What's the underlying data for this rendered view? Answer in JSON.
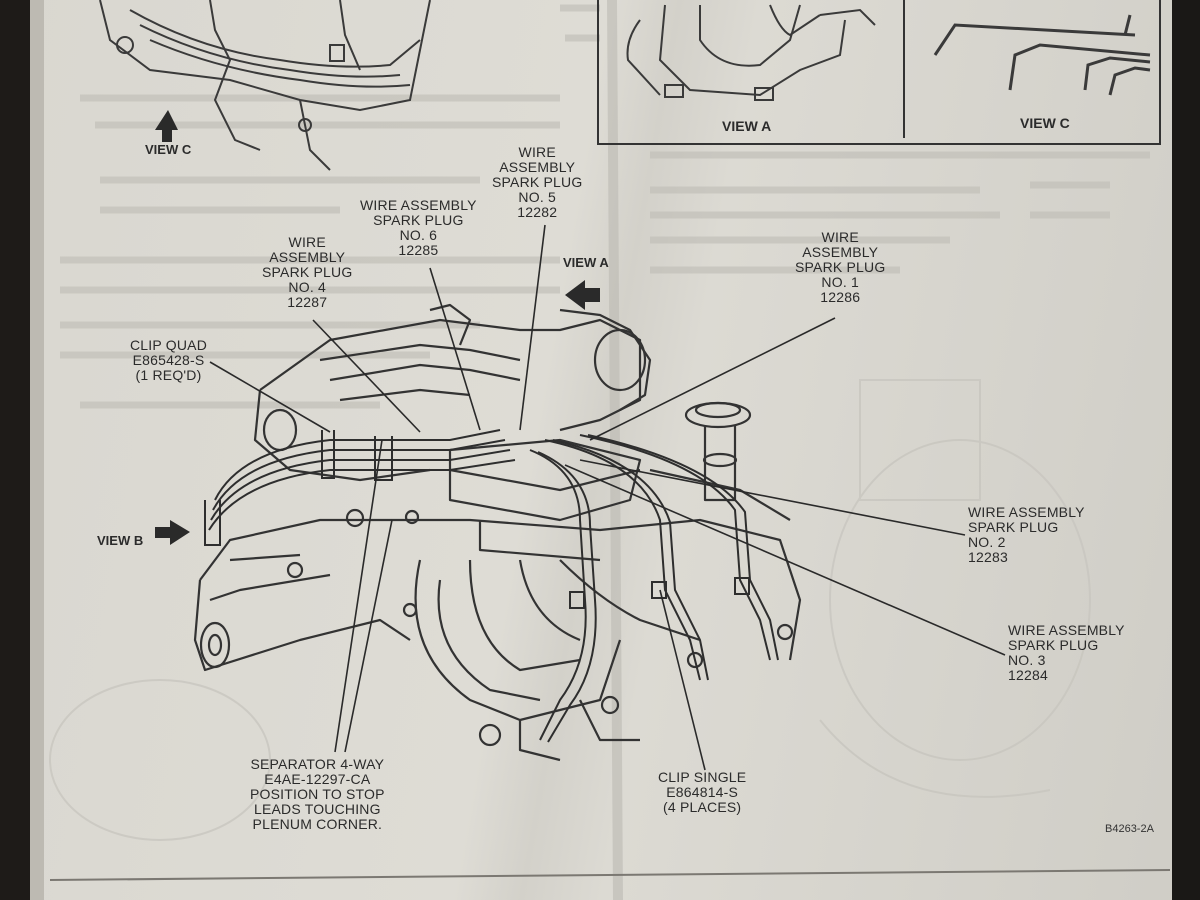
{
  "diagram": {
    "figure_id": "B4263-2A",
    "inset_views": {
      "view_a": "VIEW A",
      "view_c": "VIEW C"
    },
    "view_markers": {
      "view_c": "VIEW C",
      "view_a": "VIEW A",
      "view_b": "VIEW B"
    },
    "callouts": {
      "wire_no5": {
        "lines": [
          "WIRE",
          "ASSEMBLY",
          "SPARK PLUG",
          "NO. 5",
          "12282"
        ]
      },
      "wire_no6": {
        "lines": [
          "WIRE ASSEMBLY",
          "SPARK PLUG",
          "NO. 6",
          "12285"
        ]
      },
      "wire_no4": {
        "lines": [
          "WIRE",
          "ASSEMBLY",
          "SPARK PLUG",
          "NO. 4",
          "12287"
        ]
      },
      "wire_no1": {
        "lines": [
          "WIRE",
          "ASSEMBLY",
          "SPARK PLUG",
          "NO. 1",
          "12286"
        ]
      },
      "clip_quad": {
        "lines": [
          "CLIP QUAD",
          "E865428-S",
          "(1 REQ'D)"
        ]
      },
      "wire_no2": {
        "lines": [
          "WIRE ASSEMBLY",
          "SPARK PLUG",
          "NO. 2",
          "12283"
        ]
      },
      "wire_no3": {
        "lines": [
          "WIRE ASSEMBLY",
          "SPARK PLUG",
          "NO. 3",
          "12284"
        ]
      },
      "separator": {
        "lines": [
          "SEPARATOR 4-WAY",
          "E4AE-12297-CA",
          "POSITION TO STOP",
          "LEADS TOUCHING",
          "PLENUM CORNER."
        ]
      },
      "clip_single": {
        "lines": [
          "CLIP SINGLE",
          "E864814-S",
          "(4 PLACES)"
        ]
      }
    }
  }
}
